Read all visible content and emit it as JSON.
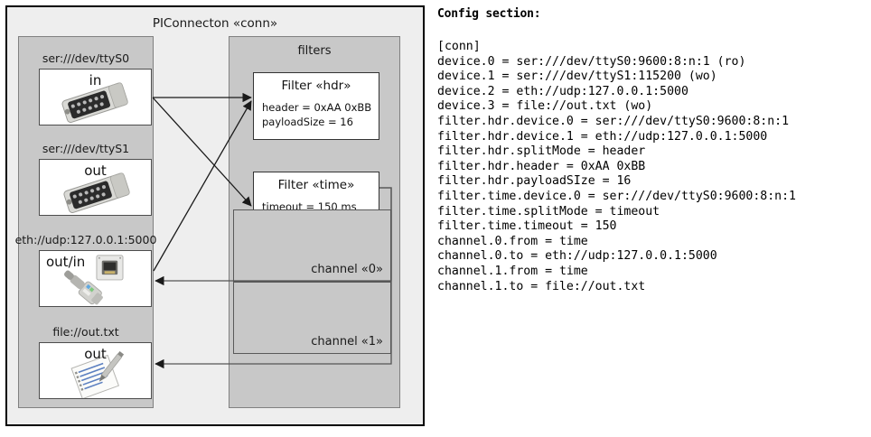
{
  "diagram": {
    "title": "PIConnecton «conn»",
    "groups": {
      "devices_title": "",
      "filters_title": "filters"
    },
    "devices": [
      {
        "label": "ser:///dev/ttyS0",
        "direction": "in",
        "icon": "serial-port-icon"
      },
      {
        "label": "ser:///dev/ttyS1",
        "direction": "out",
        "icon": "serial-port-icon"
      },
      {
        "label": "eth://udp:127.0.0.1:5000",
        "direction": "out/in",
        "icon": "ethernet-jack-icon"
      },
      {
        "label": "file://out.txt",
        "direction": "out",
        "icon": "text-document-icon"
      }
    ],
    "filters": [
      {
        "title": "Filter «hdr»",
        "props": "header = 0xAA 0xBB\npayloadSize = 16"
      },
      {
        "title": "Filter «time»",
        "props": "timeout = 150 ms"
      }
    ],
    "channels": [
      {
        "label": "channel «0»"
      },
      {
        "label": "channel «1»"
      }
    ]
  },
  "config": {
    "heading": "Config section:",
    "lines": "[conn]\ndevice.0 = ser:///dev/ttyS0:9600:8:n:1 (ro)\ndevice.1 = ser:///dev/ttyS1:115200 (wo)\ndevice.2 = eth://udp:127.0.0.1:5000\ndevice.3 = file://out.txt (wo)\nfilter.hdr.device.0 = ser:///dev/ttyS0:9600:8:n:1\nfilter.hdr.device.1 = eth://udp:127.0.0.1:5000\nfilter.hdr.splitMode = header\nfilter.hdr.header = 0xAA 0xBB\nfilter.hdr.payloadSIze = 16\nfilter.time.device.0 = ser:///dev/ttyS0:9600:8:n:1\nfilter.time.splitMode = timeout\nfilter.time.timeout = 150\nchannel.0.from = time\nchannel.0.to = eth://udp:127.0.0.1:5000\nchannel.1.from = time\nchannel.1.to = file://out.txt"
  },
  "colors": {
    "canvas": "#ffffff",
    "frame_fill": "#eeeeee",
    "group_fill": "#c8c8c8",
    "node_fill": "#ffffff",
    "stroke": "#000000"
  }
}
